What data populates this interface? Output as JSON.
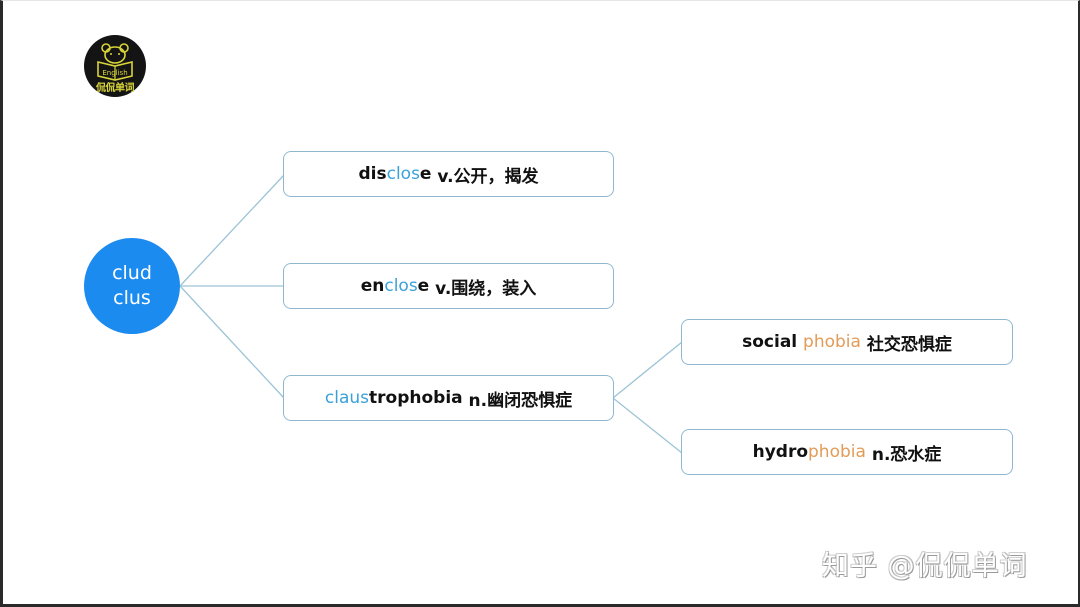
{
  "logo": {
    "label": "侃侃单词",
    "book_text": "English",
    "colors": {
      "background": "#141414",
      "accent": "#d8d43a"
    }
  },
  "root": {
    "line1": "clud",
    "line2": "clus",
    "color": "#1c8bf0"
  },
  "nodes": [
    {
      "id": "disclose",
      "prefix": "dis",
      "root": "clos",
      "suffix": "e",
      "gloss": " v.公开，揭发"
    },
    {
      "id": "enclose",
      "prefix": "en",
      "root": "clos",
      "suffix": "e",
      "gloss": " v.围绕，装入"
    },
    {
      "id": "claustrophobia",
      "prefix": "",
      "root": "claus",
      "suffix": "trophobia",
      "gloss": " n.幽闭恐惧症",
      "children": [
        {
          "id": "social-phobia",
          "prefix": "social ",
          "root": "phobia",
          "suffix": "",
          "gloss": " 社交恐惧症"
        },
        {
          "id": "hydrophobia",
          "prefix": "hydro",
          "root": "phobia",
          "suffix": "",
          "gloss": " n.恐水症"
        }
      ]
    }
  ],
  "colors": {
    "root_highlight": "#3aa1da",
    "phobia_highlight": "#e39b58",
    "node_border": "#8fb8cf",
    "connector": "#9cc3d6"
  },
  "watermark": "知乎 @侃侃单词"
}
